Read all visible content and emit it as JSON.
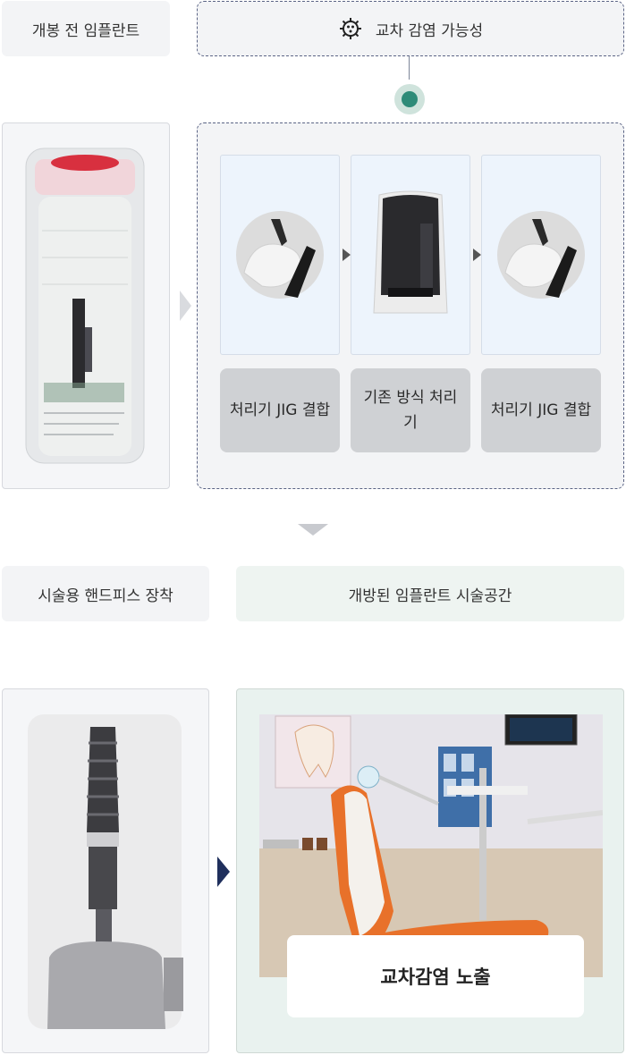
{
  "top": {
    "before_opening_label": "개봉 전 임플란트",
    "cross_infection_label": "교차 감염 가능성"
  },
  "steps": [
    {
      "label": "처리기 JIG 결합"
    },
    {
      "label": "기존 방식 처리기"
    },
    {
      "label": "처리기 JIG 결합"
    }
  ],
  "bottom": {
    "handpiece_label": "시술용 핸드피스 장착",
    "open_space_label": "개방된 임플란트 시술공간",
    "exposure_label": "교차감염 노출"
  },
  "colors": {
    "accent_green": "#2e8b78",
    "arrow_navy": "#1f2f5c",
    "dashed_border": "#5b6485"
  }
}
